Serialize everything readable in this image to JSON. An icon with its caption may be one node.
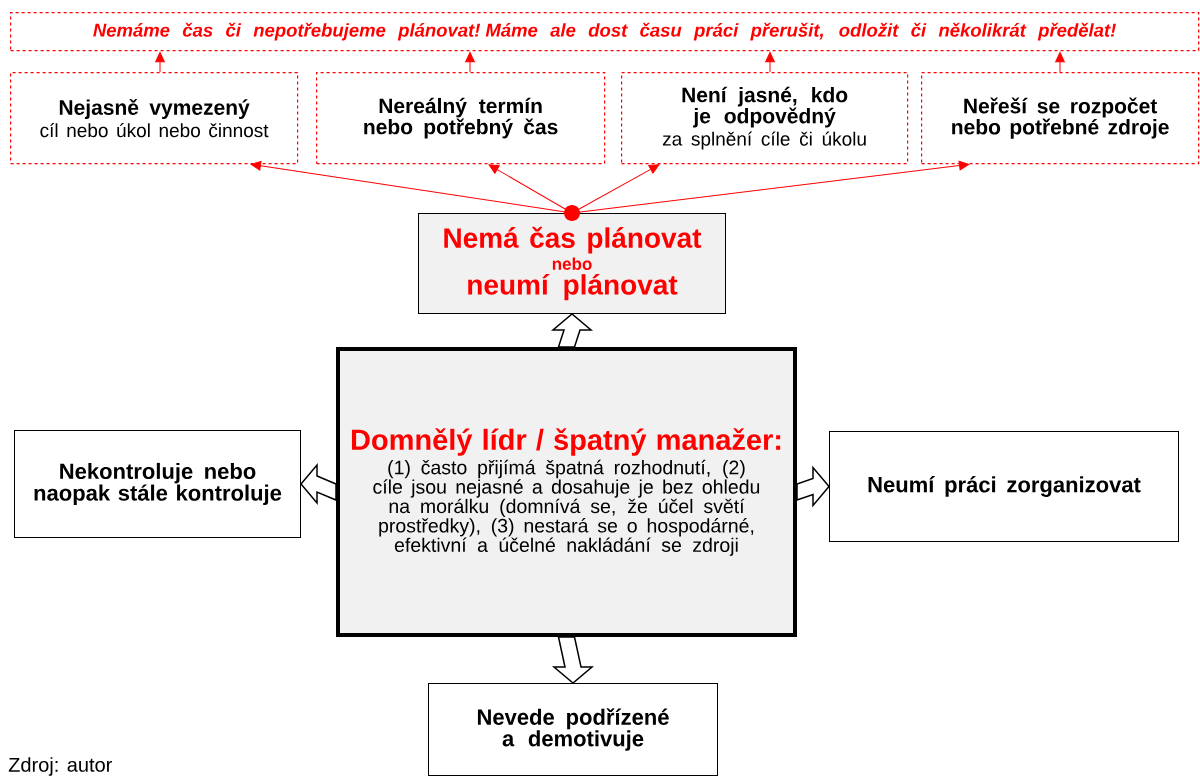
{
  "diagram": {
    "nodes": [
      {
        "text": [
          "Nemáme čas či nepotřebujeme plánovat! Máme ale dost času práci přerušit, odložit či několikrát předělat!"
        ]
      },
      {
        "text": [
          "Nejasně vymezený",
          "cíl nebo úkol nebo činnost"
        ]
      },
      {
        "text": [
          "Nereálný termín nebo potřebný čas"
        ]
      },
      {
        "text": [
          "Není jasné, kdo je odpovědný",
          "za splnění cíle či úkolu"
        ]
      },
      {
        "text": [
          "Neřeší se rozpočet nebo potřebné zdroje"
        ]
      },
      {
        "text": [
          "Nemá čas plánovat",
          "nebo",
          "neumí plánovat"
        ]
      },
      {
        "text": [
          "Nekontroluje nebo naopak stále kontroluje"
        ]
      },
      {
        "text": [
          "Domnělý lídr / špatný manažer:",
          "(1) často přijímá špatná rozhodnutí, (2) cíle jsou nejasné a dosahuje je bez ohledu na morálku (domnívá se, že účel světí prostředky), (3) nestará se o hospodárné, efektivní a účelné nakládání se zdroji"
        ]
      },
      {
        "text": [
          "Neumí práci zorganizovat"
        ]
      },
      {
        "text": [
          "Nevede podřízené a demotivuje"
        ]
      }
    ],
    "edges": [
      {
        "from": 1,
        "to": 0,
        "arrow": "to"
      },
      {
        "from": 2,
        "to": 0,
        "arrow": "to"
      },
      {
        "from": 3,
        "to": 0,
        "arrow": "to"
      },
      {
        "from": 4,
        "to": 0,
        "arrow": "to"
      },
      {
        "from": 5,
        "to": 1,
        "arrow": "to"
      },
      {
        "from": 5,
        "to": 2,
        "arrow": "to"
      },
      {
        "from": 5,
        "to": 3,
        "arrow": "to"
      },
      {
        "from": 5,
        "to": 4,
        "arrow": "to"
      },
      {
        "from": 7,
        "to": 5,
        "arrow": "to",
        "style": "thick",
        "color": "#000000"
      },
      {
        "from": 7,
        "to": 6,
        "arrow": "to",
        "style": "thick",
        "color": "#000000"
      },
      {
        "from": 7,
        "to": 8,
        "arrow": "to",
        "style": "thick",
        "color": "#000000"
      },
      {
        "from": 7,
        "to": 9,
        "arrow": "to",
        "style": "thick",
        "color": "#000000"
      }
    ],
    "labels": [
      "Zdroj: autor"
    ]
  }
}
